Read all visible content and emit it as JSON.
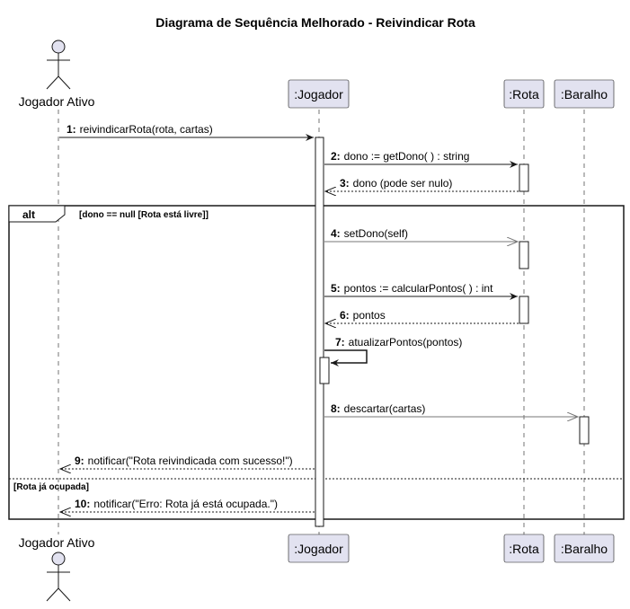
{
  "title": "Diagrama de Sequência Melhorado - Reivindicar Rota",
  "participants": [
    {
      "id": "jogador_ativo",
      "kind": "actor",
      "label": "Jogador Ativo"
    },
    {
      "id": "jogador",
      "kind": "participant",
      "label": ":Jogador"
    },
    {
      "id": "rota",
      "kind": "participant",
      "label": ":Rota"
    },
    {
      "id": "baralho",
      "kind": "participant",
      "label": ":Baralho"
    }
  ],
  "messages": [
    {
      "num": "1:",
      "text": "reivindicarRota(rota, cartas)",
      "from": "jogador_ativo",
      "to": "jogador",
      "style": "sync"
    },
    {
      "num": "2:",
      "text": "dono := getDono( ) : string",
      "from": "jogador",
      "to": "rota",
      "style": "sync"
    },
    {
      "num": "3:",
      "text": "dono (pode ser nulo)",
      "from": "rota",
      "to": "jogador",
      "style": "return"
    },
    {
      "num": "4:",
      "text": "setDono(self)",
      "from": "jogador",
      "to": "rota",
      "style": "async"
    },
    {
      "num": "5:",
      "text": "pontos := calcularPontos( ) : int",
      "from": "jogador",
      "to": "rota",
      "style": "sync"
    },
    {
      "num": "6:",
      "text": "pontos",
      "from": "rota",
      "to": "jogador",
      "style": "return"
    },
    {
      "num": "7:",
      "text": "atualizarPontos(pontos)",
      "from": "jogador",
      "to": "jogador",
      "style": "self"
    },
    {
      "num": "8:",
      "text": "descartar(cartas)",
      "from": "jogador",
      "to": "baralho",
      "style": "async"
    },
    {
      "num": "9:",
      "text": "notificar(\"Rota reivindicada com sucesso!\")",
      "from": "jogador",
      "to": "jogador_ativo",
      "style": "return"
    },
    {
      "num": "10:",
      "text": "notificar(\"Erro: Rota já está ocupada.\")",
      "from": "jogador",
      "to": "jogador_ativo",
      "style": "return"
    }
  ],
  "fragment": {
    "operator": "alt",
    "guard": "[dono == null [Rota está livre]]",
    "else_guard": "[Rota já ocupada]"
  },
  "colors": {
    "participant_fill": "#e2e2f0",
    "line": "#181818",
    "lifeline": "#181818"
  }
}
